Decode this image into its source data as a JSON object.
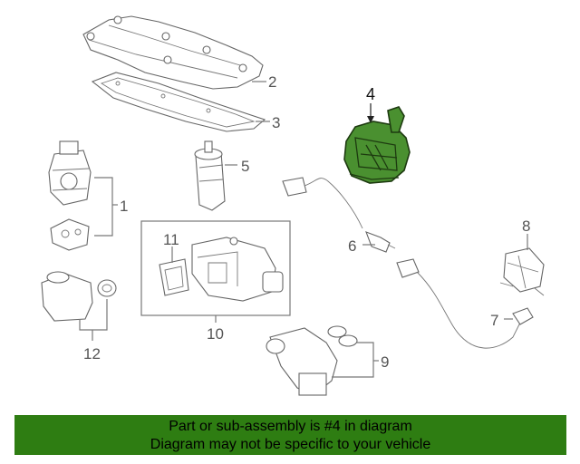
{
  "callouts": {
    "c1": "1",
    "c2": "2",
    "c3": "3",
    "c4": "4",
    "c5": "5",
    "c6": "6",
    "c7": "7",
    "c8": "8",
    "c9": "9",
    "c10": "10",
    "c11": "11",
    "c12": "12"
  },
  "highlight": {
    "part_number": "4",
    "color": "#4a9030"
  },
  "banner": {
    "line1": "Part or sub-assembly is #4 in diagram",
    "line2": "Diagram may not be specific to your vehicle",
    "color": "#2e7d12"
  }
}
